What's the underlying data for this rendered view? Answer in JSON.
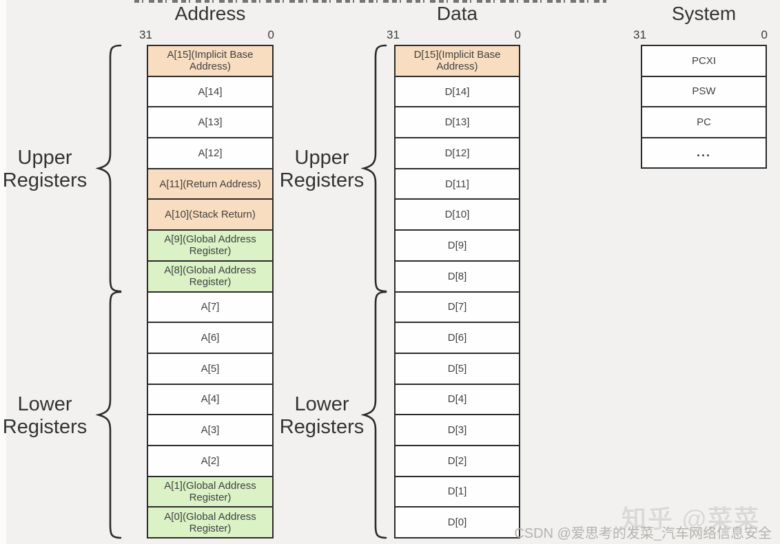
{
  "titles": {
    "address": "Address",
    "data": "Data",
    "system": "System"
  },
  "bit_labels": {
    "high": "31",
    "low": "0"
  },
  "group_labels": {
    "upper": {
      "line1": "Upper",
      "line2": "Registers"
    },
    "lower": {
      "line1": "Lower",
      "line2": "Registers"
    }
  },
  "columns": {
    "address": {
      "registers": [
        {
          "label": "A[15](Implicit Base Address)",
          "style": "orange"
        },
        {
          "label": "A[14]",
          "style": "plain"
        },
        {
          "label": "A[13]",
          "style": "plain"
        },
        {
          "label": "A[12]",
          "style": "plain"
        },
        {
          "label": "A[11](Return Address)",
          "style": "orange"
        },
        {
          "label": "A[10](Stack Return)",
          "style": "orange"
        },
        {
          "label": "A[9](Global Address Register)",
          "style": "green"
        },
        {
          "label": "A[8](Global Address Register)",
          "style": "green"
        },
        {
          "label": "A[7]",
          "style": "plain"
        },
        {
          "label": "A[6]",
          "style": "plain"
        },
        {
          "label": "A[5]",
          "style": "plain"
        },
        {
          "label": "A[4]",
          "style": "plain"
        },
        {
          "label": "A[3]",
          "style": "plain"
        },
        {
          "label": "A[2]",
          "style": "plain"
        },
        {
          "label": "A[1](Global Address Register)",
          "style": "green"
        },
        {
          "label": "A[0](Global Address Register)",
          "style": "green"
        }
      ]
    },
    "data": {
      "registers": [
        {
          "label": "D[15](Implicit Base Address)",
          "style": "orange"
        },
        {
          "label": "D[14]",
          "style": "plain"
        },
        {
          "label": "D[13]",
          "style": "plain"
        },
        {
          "label": "D[12]",
          "style": "plain"
        },
        {
          "label": "D[11]",
          "style": "plain"
        },
        {
          "label": "D[10]",
          "style": "plain"
        },
        {
          "label": "D[9]",
          "style": "plain"
        },
        {
          "label": "D[8]",
          "style": "plain"
        },
        {
          "label": "D[7]",
          "style": "plain"
        },
        {
          "label": "D[6]",
          "style": "plain"
        },
        {
          "label": "D[5]",
          "style": "plain"
        },
        {
          "label": "D[4]",
          "style": "plain"
        },
        {
          "label": "D[3]",
          "style": "plain"
        },
        {
          "label": "D[2]",
          "style": "plain"
        },
        {
          "label": "D[1]",
          "style": "plain"
        },
        {
          "label": "D[0]",
          "style": "plain"
        }
      ]
    },
    "system": {
      "registers": [
        {
          "label": "PCXI",
          "style": "plain"
        },
        {
          "label": "PSW",
          "style": "plain"
        },
        {
          "label": "PC",
          "style": "plain"
        },
        {
          "label": "...",
          "style": "dots"
        }
      ]
    }
  },
  "watermarks": {
    "zhihu": "知乎 @菜菜",
    "csdn": "CSDN @爱思考的发菜_汽车网络信息安全"
  },
  "colors": {
    "highlight_orange": "#f9ddc0",
    "highlight_green": "#daf2c6",
    "line": "#2b2b2b",
    "watermark_light": "#dbd9d7",
    "watermark_gray": "#b5b2af"
  }
}
